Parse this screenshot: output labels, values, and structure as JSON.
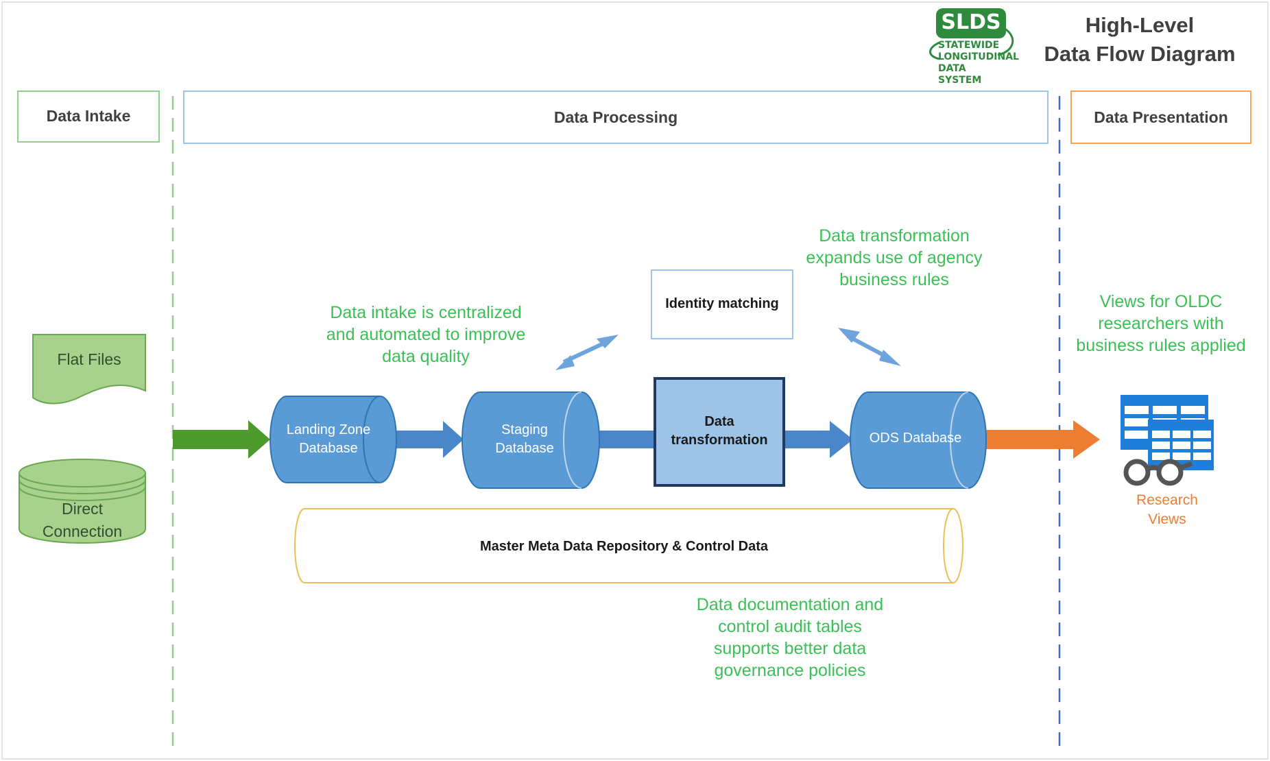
{
  "title": {
    "line1": "High-Level",
    "line2": "Data Flow Diagram"
  },
  "logo": {
    "acronym": "SLDS",
    "line1": "STATEWIDE",
    "line2": "LONGITUDINAL",
    "line3": "DATA SYSTEM"
  },
  "sections": {
    "intake": "Data Intake",
    "processing": "Data Processing",
    "presentation": "Data Presentation"
  },
  "sources": {
    "flat_files": "Flat Files",
    "direct_connection": "Direct Connection"
  },
  "nodes": {
    "landing_zone": "Landing Zone Database",
    "staging": "Staging Database",
    "transformation": "Data transformation",
    "identity_matching": "Identity matching",
    "ods": "ODS Database",
    "meta_repository": "Master Meta Data Repository & Control Data",
    "research_views": "Research Views"
  },
  "notes": {
    "intake": "Data intake is centralized and automated to improve data quality",
    "transformation": "Data transformation expands use of agency business rules",
    "views": "Views for OLDC researchers with business rules applied",
    "documentation": "Data documentation and control audit tables supports better data governance policies"
  },
  "colors": {
    "green_text": "#3cbf56",
    "intake_border": "#8fd18a",
    "processing_border": "#9dc3e6",
    "presentation_border": "#f4a460",
    "db_blue": "#5b9bd5",
    "arrow_blue": "#4a86c8",
    "arrow_green": "#4e9a2c",
    "arrow_orange": "#ed7d31",
    "meta_border": "#e6c15a"
  }
}
